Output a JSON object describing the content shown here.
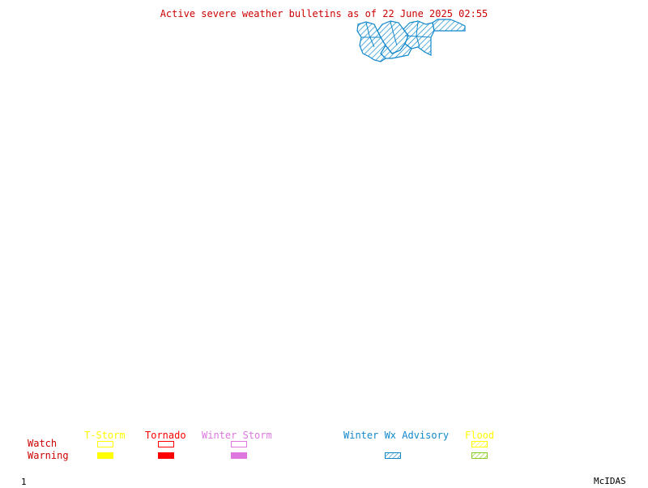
{
  "title": "Active severe weather bulletins as of 22 June 2025 02:55",
  "legend": {
    "row_labels": {
      "watch": "Watch",
      "warning": "Warning"
    },
    "columns": [
      {
        "label": "T-Storm",
        "color": "#ffff00",
        "watch_style": "outline",
        "warning_style": "solid"
      },
      {
        "label": "Tornado",
        "color": "#ff0000",
        "watch_style": "outline",
        "warning_style": "solid"
      },
      {
        "label": "Winter Storm",
        "color": "#dd77dd",
        "watch_style": "outline",
        "warning_style": "solid"
      },
      {
        "label": "Winter Wx Advisory",
        "color": "#1188cc",
        "watch_style": "none",
        "warning_style": "hatched"
      },
      {
        "label": "Flood",
        "color": "#ffff00",
        "warning_color": "#88cc22",
        "watch_style": "hatched",
        "warning_style": "hatched"
      }
    ]
  },
  "map": {
    "active_bulletin_type": "Winter Wx Advisory",
    "active_color": "#1188cc"
  },
  "footer": {
    "frame_number": "1",
    "software": "McIDAS"
  },
  "colors": {
    "title": "#cc0000",
    "row_labels": "#cc0000",
    "background": "#ffffff"
  }
}
